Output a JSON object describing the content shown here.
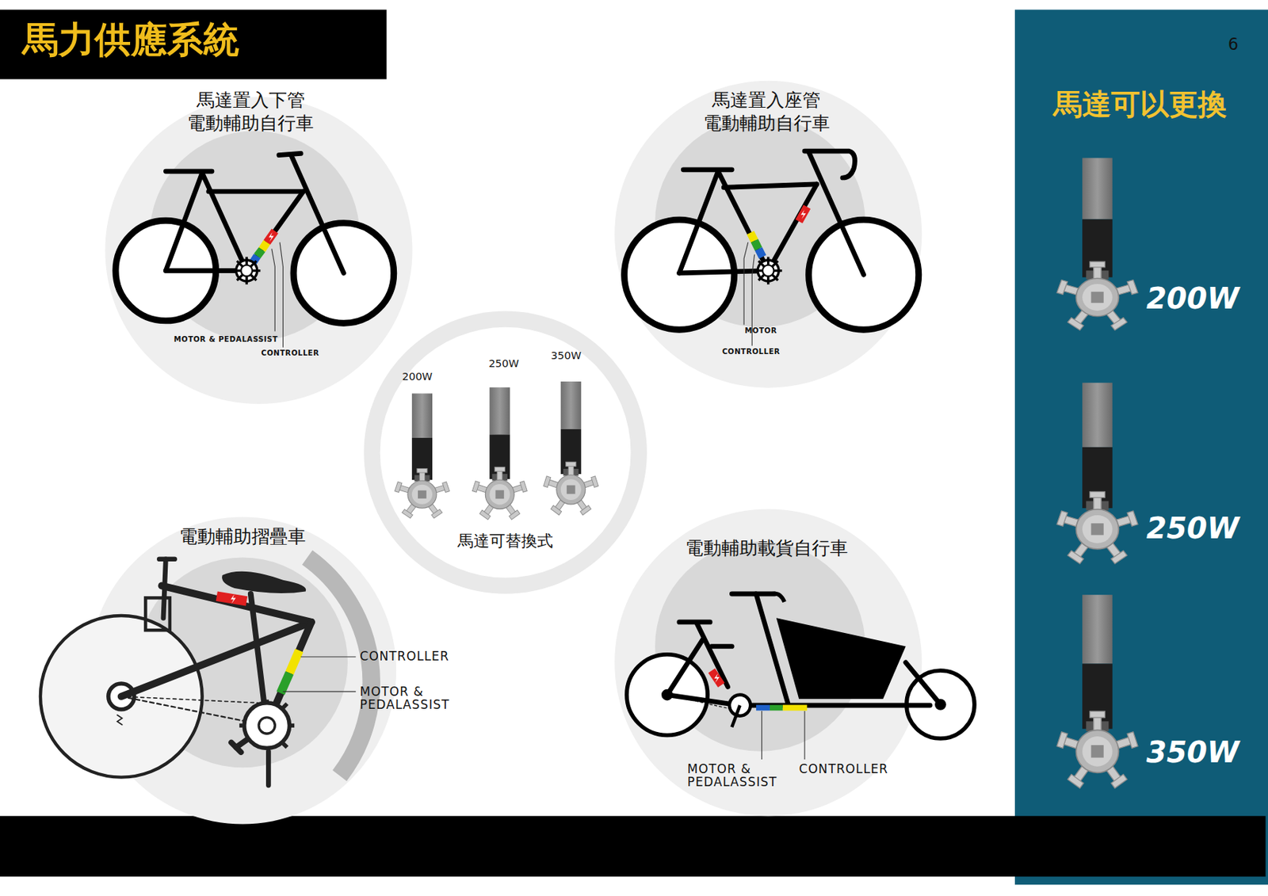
{
  "diagram": {
    "title": "馬力供應系統",
    "nodes": [
      {
        "text": [
          "馬達置入下管 電動輔助自行車"
        ]
      },
      {
        "text": [
          "馬達置入座管 電動輔助自行車"
        ]
      },
      {
        "text": [
          "200W",
          "250W",
          "350W",
          "馬達可替換式"
        ]
      },
      {
        "text": [
          "電動輔助摺疊車"
        ]
      },
      {
        "text": [
          "電動輔助載貨自行車"
        ]
      },
      {
        "text": [
          "6",
          "馬達可以更換",
          "200W",
          "250W",
          "350W"
        ]
      }
    ],
    "labels": [
      "MOTOR & PEDALASSIST",
      "CONTROLLER",
      "MOTOR",
      "CONTROLLER",
      "CONTROLLER",
      "MOTOR & PEDALASSIST",
      "MOTOR & PEDALASSIST",
      "CONTROLLER"
    ]
  }
}
